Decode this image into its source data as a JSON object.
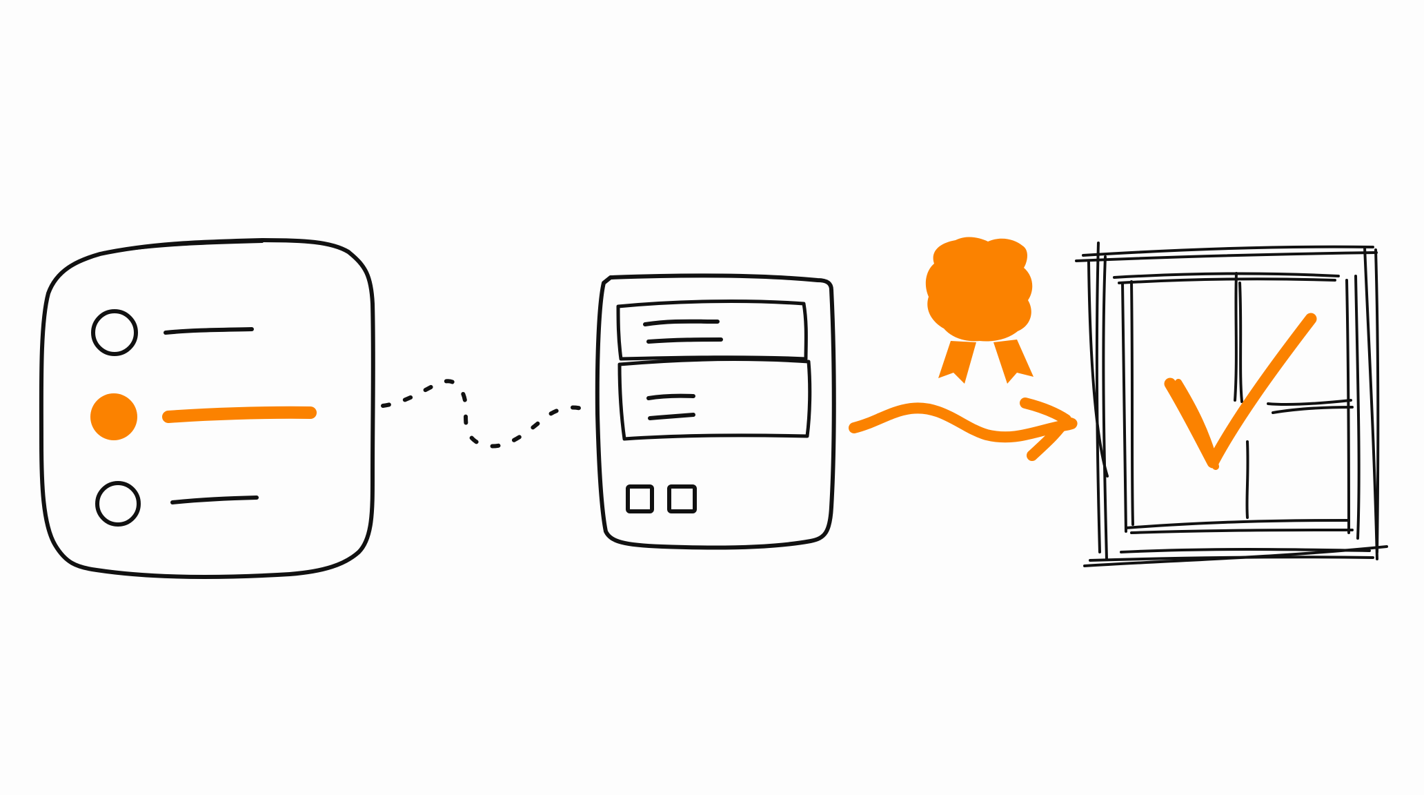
{
  "colors": {
    "background": "#fdfdfd",
    "ink": "#111111",
    "accent": "#fb8200"
  },
  "diagram": {
    "steps": [
      {
        "id": "options-list",
        "icon": "radio-list-icon",
        "selected_option": 2,
        "option_count": 3
      },
      {
        "id": "form-window",
        "icon": "form-window-icon",
        "checkbox_count": 2
      },
      {
        "id": "approved-grid",
        "icon": "checkmark-grid-icon"
      }
    ],
    "connectors": [
      {
        "from": "options-list",
        "to": "form-window",
        "style": "dotted"
      },
      {
        "from": "form-window",
        "to": "approved-grid",
        "style": "arrow"
      }
    ],
    "badge": {
      "icon": "award-ribbon-icon"
    }
  }
}
